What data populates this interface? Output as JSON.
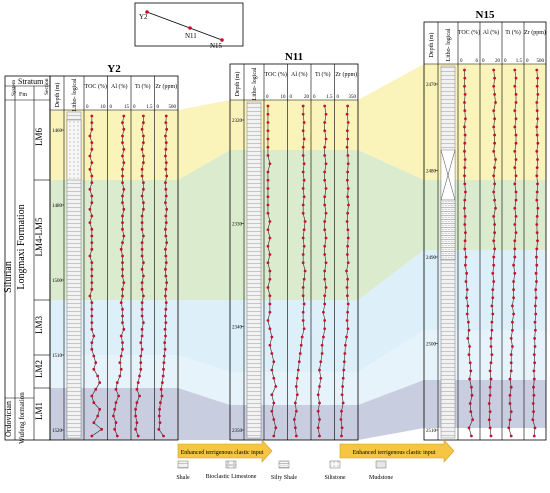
{
  "location_map": {
    "wells": [
      {
        "name": "Y2"
      },
      {
        "name": "N11"
      },
      {
        "name": "N15"
      }
    ]
  },
  "stratum_column": {
    "header": "Stratum",
    "system_label": "System",
    "formation_label": "Fm",
    "section_label": "Section",
    "system_silurian": "Silurian",
    "system_ordovician": "Ordovician",
    "formation_longmaxi": "Longmaxi Formation",
    "formation_wufeng": "Wufeng formation",
    "sections": [
      "LM6",
      "LM4-LM5",
      "LM3",
      "LM2",
      "LM1"
    ]
  },
  "column_headers": {
    "depth": "Depth (m)",
    "litho": "Litho- logical",
    "toc": "TOC (%)",
    "al": "Al (%)",
    "ti": "Ti (%)",
    "zr": "Zr (ppm)"
  },
  "wells": [
    {
      "name": "Y2",
      "depth_ticks": [
        "1460",
        "1480",
        "1500",
        "1510",
        "1520"
      ],
      "scales": {
        "toc": [
          "0",
          "10"
        ],
        "al": [
          "0",
          "15"
        ],
        "ti": [
          "0",
          "1.5"
        ],
        "zr": [
          "0",
          "500"
        ]
      },
      "toc": [
        3,
        3,
        3,
        2,
        3,
        3,
        2,
        3,
        2,
        3,
        3,
        2,
        3,
        3,
        2,
        3,
        2,
        3,
        3,
        3,
        3,
        2,
        3,
        3,
        3,
        3,
        3,
        2,
        3,
        3,
        3,
        3,
        3,
        4,
        3,
        3,
        4,
        5,
        4,
        6,
        7,
        5,
        3,
        4,
        7,
        6,
        4,
        8,
        3
      ],
      "al": [
        11,
        10,
        11,
        10,
        10,
        11,
        10,
        11,
        10,
        10,
        10,
        11,
        10,
        10,
        11,
        10,
        10,
        10,
        11,
        10,
        9,
        10,
        10,
        10,
        10,
        11,
        10,
        10,
        9,
        10,
        10,
        10,
        11,
        9,
        10,
        10,
        9,
        8,
        9,
        8,
        6,
        5,
        7,
        5,
        4,
        3,
        5,
        4,
        6
      ],
      "ti": [
        0.8,
        0.8,
        0.7,
        0.8,
        0.8,
        0.7,
        0.8,
        0.8,
        0.7,
        0.7,
        0.8,
        0.8,
        0.7,
        0.8,
        0.8,
        0.7,
        0.7,
        0.7,
        0.8,
        0.7,
        0.7,
        0.7,
        0.8,
        0.7,
        0.8,
        0.7,
        0.7,
        0.8,
        0.7,
        0.7,
        0.7,
        0.8,
        0.7,
        0.7,
        0.6,
        0.7,
        0.6,
        0.6,
        0.6,
        0.5,
        0.4,
        0.3,
        0.5,
        0.3,
        0.2,
        0.2,
        0.3,
        0.2,
        0.4
      ],
      "zr": [
        250,
        240,
        260,
        230,
        250,
        240,
        230,
        250,
        240,
        260,
        230,
        240,
        250,
        230,
        260,
        240,
        250,
        230,
        240,
        260,
        230,
        240,
        250,
        230,
        240,
        260,
        240,
        230,
        250,
        240,
        230,
        240,
        220,
        230,
        210,
        220,
        200,
        190,
        180,
        170,
        150,
        120,
        140,
        100,
        80,
        70,
        90,
        60,
        180
      ]
    },
    {
      "name": "N11",
      "depth_ticks": [
        "2320",
        "2330",
        "2340",
        "2350"
      ],
      "scales": {
        "toc": [
          "0",
          "10"
        ],
        "al": [
          "0",
          "20"
        ],
        "ti": [
          "0",
          "1.5"
        ],
        "zr": [
          "0",
          "350"
        ]
      },
      "toc": [
        1,
        1,
        1,
        1,
        1,
        1,
        1,
        2,
        1,
        1,
        1,
        1,
        1,
        1,
        2,
        1,
        2,
        1,
        2,
        1,
        2,
        2,
        1,
        2,
        2,
        2,
        1,
        2,
        3,
        2,
        3,
        4,
        3,
        4,
        5,
        3,
        4,
        3,
        4,
        5,
        4
      ],
      "al": [
        14,
        14,
        15,
        14,
        15,
        14,
        14,
        15,
        14,
        15,
        14,
        15,
        14,
        14,
        16,
        15,
        14,
        15,
        14,
        14,
        16,
        15,
        14,
        14,
        15,
        14,
        14,
        15,
        13,
        12,
        11,
        10,
        9,
        8,
        7,
        8,
        6,
        7,
        5,
        6,
        7
      ],
      "ti": [
        0.9,
        1.0,
        0.9,
        0.9,
        1.0,
        0.9,
        0.9,
        1.0,
        0.9,
        0.9,
        1.0,
        0.9,
        0.9,
        1.0,
        0.9,
        0.9,
        1.0,
        0.9,
        0.9,
        1.0,
        0.9,
        0.9,
        1.0,
        0.9,
        0.9,
        0.8,
        0.9,
        0.9,
        0.8,
        0.7,
        0.7,
        0.6,
        0.5,
        0.6,
        0.5,
        0.4,
        0.5,
        0.4,
        0.5,
        0.4,
        0.5
      ],
      "zr": [
        200,
        190,
        210,
        195,
        200,
        190,
        205,
        210,
        200,
        195,
        210,
        200,
        215,
        200,
        190,
        205,
        210,
        200,
        195,
        210,
        180,
        200,
        190,
        195,
        210,
        200,
        190,
        205,
        180,
        160,
        150,
        140,
        130,
        120,
        110,
        100,
        120,
        90,
        80,
        100,
        90
      ]
    },
    {
      "name": "N15",
      "depth_ticks": [
        "2470",
        "2480",
        "2490",
        "2500",
        "2510"
      ],
      "scales": {
        "toc": [
          "0",
          "6"
        ],
        "al": [
          "0",
          "20"
        ],
        "ti": [
          "0",
          "1.5"
        ],
        "zr": [
          "0",
          "500"
        ]
      },
      "toc": [
        1.5,
        1.6,
        1.5,
        1.7,
        1.5,
        1.6,
        1.8,
        1.5,
        1.7,
        1.6,
        1.5,
        1.7,
        1.6,
        1.5,
        1.6,
        1.8,
        1.6,
        1.5,
        1.7,
        1.6,
        1.8,
        1.7,
        1.6,
        2.0,
        1.8,
        2.2,
        2.0,
        2.4,
        2.2,
        2.6,
        2.4,
        2.8,
        3.0,
        2.6,
        3.2,
        3.0,
        3.4,
        3.6,
        3.2,
        3.8,
        4.0,
        3.4,
        3.6,
        4.2,
        3.0,
        3.8
      ],
      "al": [
        13,
        14,
        13,
        14,
        15,
        13,
        14,
        13,
        14,
        14,
        13,
        15,
        14,
        13,
        14,
        13,
        14,
        15,
        13,
        14,
        14,
        13,
        14,
        13,
        13,
        12,
        13,
        12,
        12,
        11,
        12,
        11,
        11,
        10,
        10,
        11,
        10,
        9,
        10,
        9,
        9,
        8,
        9,
        8,
        9,
        10
      ],
      "ti": [
        0.9,
        1.0,
        0.9,
        1.0,
        1.0,
        0.9,
        1.0,
        0.9,
        1.0,
        1.0,
        0.9,
        1.0,
        0.9,
        1.0,
        0.9,
        1.0,
        1.0,
        0.9,
        1.0,
        0.9,
        1.0,
        0.9,
        0.9,
        0.9,
        0.8,
        0.9,
        0.8,
        0.8,
        0.8,
        0.7,
        0.8,
        0.7,
        0.7,
        0.6,
        0.7,
        0.6,
        0.6,
        0.6,
        0.5,
        0.6,
        0.5,
        0.5,
        0.6,
        0.5,
        0.4,
        0.6
      ],
      "zr": [
        300,
        320,
        310,
        330,
        300,
        310,
        320,
        300,
        310,
        330,
        300,
        320,
        310,
        300,
        320,
        310,
        300,
        330,
        310,
        300,
        310,
        320,
        300,
        290,
        300,
        280,
        290,
        270,
        280,
        260,
        270,
        250,
        260,
        240,
        250,
        230,
        240,
        220,
        230,
        210,
        220,
        200,
        210,
        190,
        250,
        230
      ]
    }
  ],
  "arrows": [
    {
      "label": "Enhanced terrigenous clastic input"
    },
    {
      "label": "Enhanced terrigenous clastic input"
    }
  ],
  "legend": [
    {
      "label": "Shale"
    },
    {
      "label": "Bioclastic Limestone"
    },
    {
      "label": "Silty Shale"
    },
    {
      "label": "Siltstone"
    },
    {
      "label": "Mudstone"
    }
  ],
  "colors": {
    "lm6": "#fbf3b2",
    "lm45": "#d6e9c9",
    "lm3": "#d9eef8",
    "lm2": "#e3f2fb",
    "lm1": "#c3c8dd",
    "marker": "#c8102e",
    "arrow": "#f5c543"
  }
}
